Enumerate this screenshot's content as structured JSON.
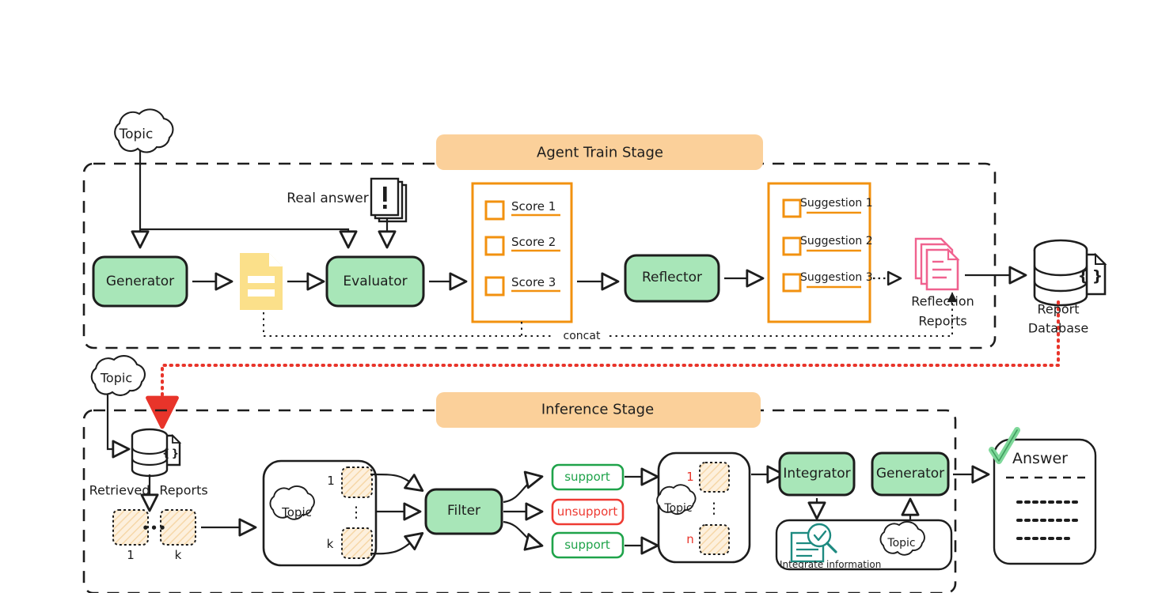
{
  "diagram": {
    "title": "Agent Train Stage and Inference Stage pipeline",
    "colors": {
      "green_fill": "#a8e6b8",
      "green_stroke": "#1d1d1d",
      "orange_banner": "#fbd09a",
      "orange_stroke": "#f2910f",
      "yellow_doc": "#fbe08a",
      "pink_doc": "#f0628f",
      "red_accent": "#e8342a",
      "teal_icon": "#1d8a80",
      "hatch_fill": "#fdf0dd",
      "support_green": "#1fa34a",
      "unsupport_red": "#ee3b33",
      "text": "#1d1d1d"
    }
  },
  "train_stage": {
    "banner": "Agent Train Stage",
    "topic_cloud": "Topic",
    "generator": "Generator",
    "real_answer_label": "Real answer",
    "real_answer_icon": "exclamation-document-icon",
    "draft_doc_icon": "yellow-document-icon",
    "evaluator": "Evaluator",
    "score_box": {
      "items": [
        "Score 1",
        "Score 2",
        "Score 3"
      ],
      "checkbox_icon": "empty-checkbox-icon"
    },
    "reflector": "Reflector",
    "suggestion_box": {
      "items": [
        "Suggestion 1",
        "Suggestion 2",
        "Suggestion 3"
      ],
      "checkbox_icon": "empty-checkbox-icon"
    },
    "reflection_reports": {
      "line1": "Reflection",
      "line2": "Reports",
      "icon": "pink-documents-stack-icon"
    },
    "report_database": {
      "line1": "Report",
      "line2": "Database",
      "icon": "database-with-json-file-icon",
      "json_glyph": "{ }"
    },
    "concat_label": "concat"
  },
  "inference_stage": {
    "banner": "Inference Stage",
    "topic_cloud": "Topic",
    "retrieved_db": {
      "icon": "database-with-json-file-icon",
      "json_glyph": "{ }",
      "label_left": "Retrieved",
      "label_right": "Reports"
    },
    "retrieved_reports": {
      "first_index": "1",
      "ellipsis": "•••",
      "last_index": "k",
      "tile_icon": "hatched-report-tile-icon"
    },
    "topic_report_group": {
      "cloud": "Topic",
      "first_index": "1",
      "vertical_ellipsis": "⋮",
      "last_index": "k",
      "tile_icon": "hatched-report-tile-icon"
    },
    "filter": "Filter",
    "verdicts": [
      {
        "label": "support",
        "kind": "support"
      },
      {
        "label": "unsupport",
        "kind": "unsupport"
      },
      {
        "label": "support",
        "kind": "support"
      }
    ],
    "filtered_group": {
      "cloud": "Topic",
      "first_index": "1",
      "vertical_ellipsis": "⋮",
      "last_index": "n",
      "tile_icon": "hatched-report-tile-icon"
    },
    "integrator": "Integrator",
    "generator": "Generator",
    "integrate_panel": {
      "caption": "Integrate information",
      "icon": "document-magnifier-check-icon",
      "cloud": "Topic"
    },
    "answer_card": {
      "title": "Answer",
      "check_icon": "green-check-icon",
      "rule_style": "dashed",
      "body_lines": 3
    }
  }
}
